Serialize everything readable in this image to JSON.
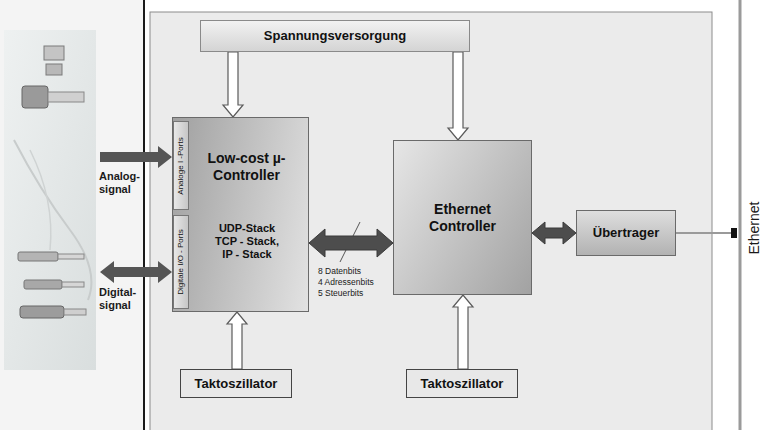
{
  "diagram": {
    "nodes": [
      {
        "text": [
          "Spannungsversorgung"
        ]
      },
      {
        "text": [
          "Low-cost µ-Controller",
          "UDP-Stack TCP - Stack, IP - Stack"
        ]
      },
      {
        "text": [
          "Analoge I -Ports"
        ],
        "in": 1
      },
      {
        "text": [
          "Digitale I/O - Ports"
        ],
        "in": 1
      },
      {
        "text": [
          "Ethernet Controller"
        ]
      },
      {
        "text": [
          "Übertrager"
        ]
      },
      {
        "text": [
          "Taktoszillator"
        ]
      },
      {
        "text": [
          "Taktoszillator"
        ]
      }
    ],
    "edges": [
      {
        "from": 0,
        "to": 1,
        "arrow": "to"
      },
      {
        "from": 0,
        "to": 4,
        "arrow": "to"
      },
      {
        "from": 1,
        "to": 4,
        "arrow": "both"
      },
      {
        "from": 4,
        "to": 5,
        "arrow": "both"
      },
      {
        "from": 6,
        "to": 1,
        "arrow": "to"
      },
      {
        "from": 7,
        "to": 4,
        "arrow": "to"
      }
    ],
    "labels": [
      "Analog- signal",
      "Digital- signal",
      "8 Datenbits",
      "4 Adressenbits",
      "5 Steuerbits",
      "Ethernet"
    ]
  }
}
